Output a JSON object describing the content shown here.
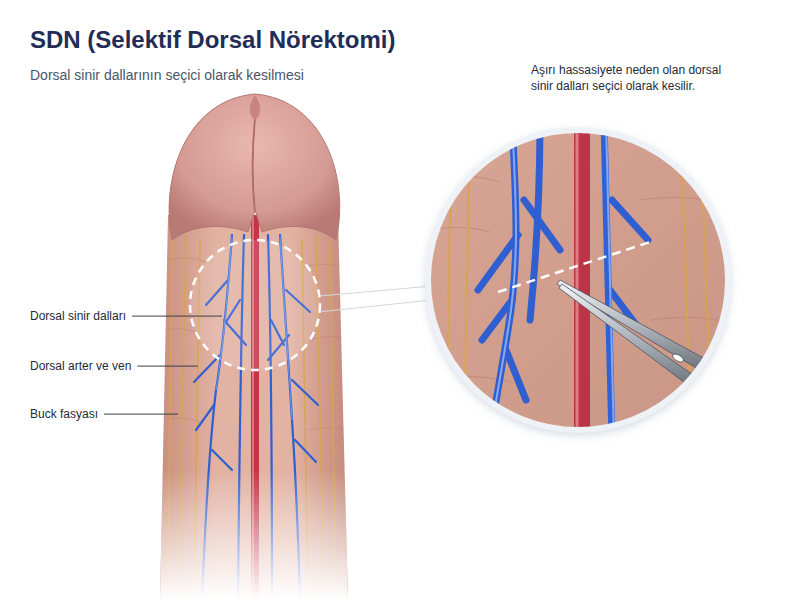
{
  "diagram": {
    "title": "SDN (Selektif Dorsal Nörektomi)",
    "labels": [
      "Dorsal sinir dallarının seçici olarak kesilmesi",
      "Aşırı hassasiyete neden olan dorsal sinir dalları seçici olarak kesilir.",
      "Dorsal sinir dalları",
      "Dorsal arter ve ven",
      "Buck fasyası"
    ]
  }
}
